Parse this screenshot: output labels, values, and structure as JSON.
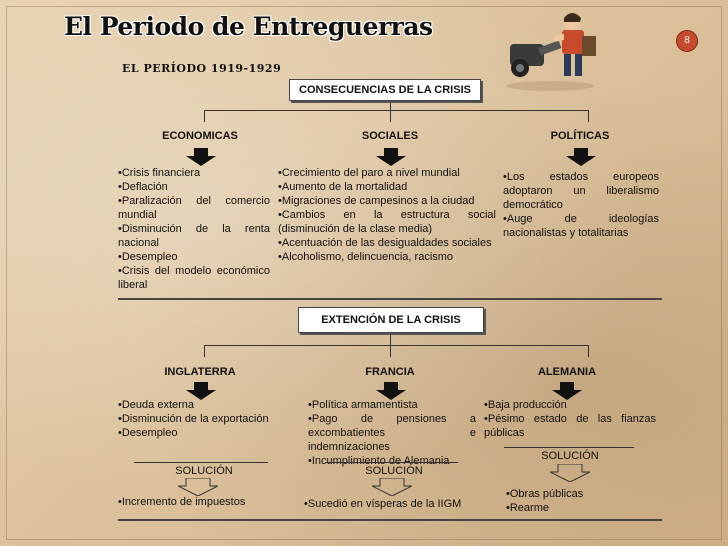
{
  "title": "El Periodo de Entreguerras",
  "page_number": "8",
  "subtitle": "EL PERÍODO 1919-1929",
  "crisis_consequences": {
    "label": "CONSECUENCIAS DE LA CRISIS",
    "categories": [
      {
        "label": "ECONOMICAS",
        "items": [
          "•Crisis financiera",
          "•Deflación",
          "•Paralización del comercio mundial",
          "•Disminución de la renta nacional",
          "•Desempleo",
          "•Crisis del modelo económico liberal"
        ]
      },
      {
        "label": "SOCIALES",
        "items": [
          "•Crecimiento del paro a nivel mundial",
          "•Aumento de la mortalidad",
          "•Migraciones de campesinos a la ciudad",
          "•Cambios en la estructura social (disminución de la clase media)",
          "•Acentuación de las desigualdades sociales",
          "•Alcoholismo, delincuencia, racismo"
        ]
      },
      {
        "label": "POLÍTICAS",
        "items": [
          "•Los estados europeos adoptaron un liberalismo democrático",
          "•Auge de ideologías nacionalistas y totalitarias"
        ]
      }
    ]
  },
  "crisis_extension": {
    "label": "EXTENCIÓN DE LA CRISIS",
    "countries": [
      {
        "label": "INGLATERRA",
        "items": [
          "•Deuda externa",
          "•Disminución de la exportación",
          "•Desempleo"
        ],
        "solution_label": "SOLUCIÓN",
        "solution_items": [
          "•Incremento de impuestos"
        ]
      },
      {
        "label": "FRANCIA",
        "items": [
          "•Política armamentista",
          "•Pago de pensiones a excombatientes e indemnizaciones",
          "•Incumplimiento de Alemania"
        ],
        "solution_label": "SOLUCIÓN",
        "solution_items": [
          "•Sucedió en vísperas de la IIGM"
        ]
      },
      {
        "label": "ALEMANIA",
        "items": [
          "•Baja producción",
          "•Pésimo estado de las fianzas públicas"
        ],
        "solution_label": "SOLUCIÓN",
        "solution_items": [
          "•Obras públicas",
          "•Rearme"
        ]
      }
    ]
  },
  "colors": {
    "paper": "#dcc29c",
    "badge": "#c84a2c"
  },
  "icons": {
    "illustration": "person-with-cannon-illustration",
    "arrow": "down-arrow-icon"
  }
}
